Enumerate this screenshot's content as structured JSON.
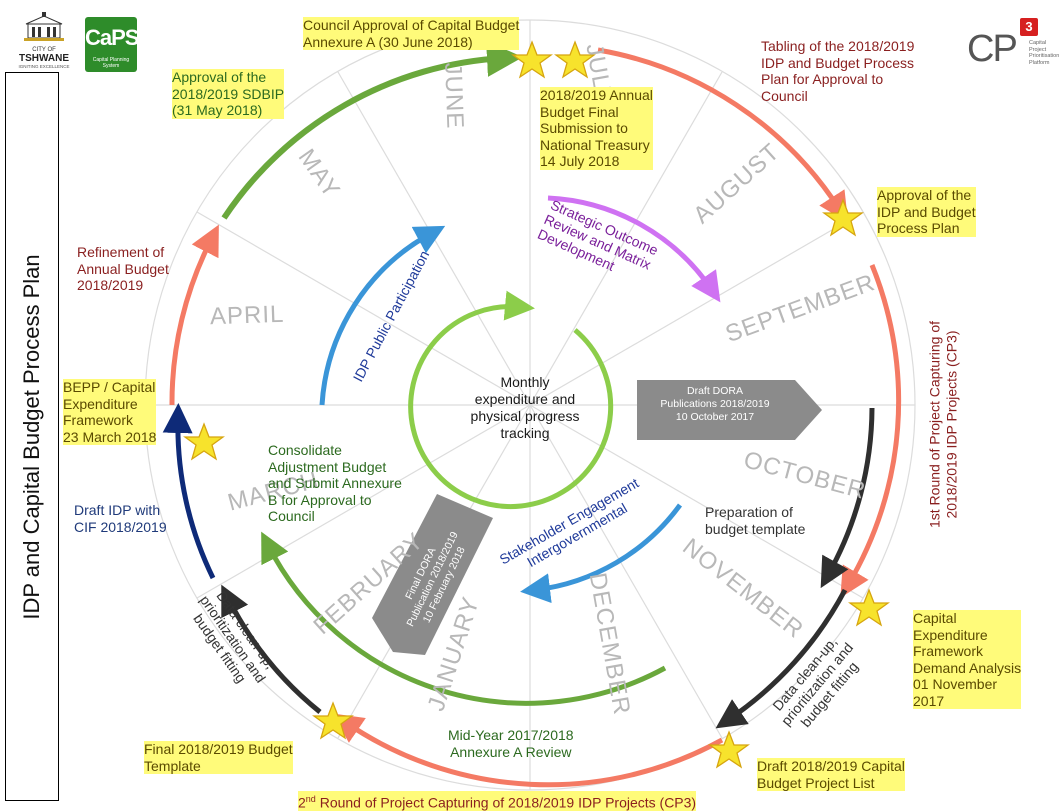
{
  "title": "IDP and Capital Budget Process Plan",
  "logos": {
    "tshwane": {
      "line1": "CITY OF",
      "line2": "TSHWANE",
      "line3": "IGNITING EXCELLENCE"
    },
    "caps": {
      "mark": "CaPS",
      "sub": "Capital Planning System"
    },
    "cp3": {
      "mark": "CP",
      "sup": "3",
      "sub": "Capital\nProject\nPrioritisation\nPlatform"
    }
  },
  "months": {
    "june": "JUNE",
    "july": "JULY",
    "august": "AUGUST",
    "september": "SEPTEMBER",
    "october": "OCTOBER",
    "november": "NOVEMBER",
    "december": "DECEMBER",
    "january": "JANUARY",
    "february": "FEBRUARY",
    "march": "MARCH",
    "april": "APRIL",
    "may": "MAY"
  },
  "center": "Monthly\nexpenditure and\nphysical progress\ntracking",
  "inner_arcs": {
    "idp_public": "IDP Public Participation",
    "strategic": "Strategic Outcome\nReview and Matrix\nDevelopment",
    "stakeholder": "Stakeholder Engagement\nIntergovernmental"
  },
  "banners": {
    "dora_oct": "Draft DORA\nPublications 2018/2019\n10 October 2017",
    "dora_feb": "Final DORA\nPublication 2018/2019\n10 February 2018"
  },
  "labels": {
    "council_approval": "Council Approval of Capital Budget\nAnnexure A (30 June 2018)",
    "sdbip": "Approval of the\n2018/2019 SDBIP\n(31 May 2018)",
    "annual_final": "2018/2019 Annual\nBudget Final\nSubmission to\nNational Treasury\n14 July 2018",
    "tabling": "Tabling of the 2018/2019\nIDP and Budget Process\nPlan for Approval to\nCouncil",
    "approval_idp": "Approval of the\nIDP and Budget\nProcess Plan",
    "refinement": "Refinement of\nAnnual Budget\n2018/2019",
    "bepp": "BEPP / Capital\nExpenditure\nFramework\n23 March 2018",
    "consolidate": "Consolidate\nAdjustment Budget\nand Submit Annexure\nB for Approval to\nCouncil",
    "draft_idp": "Draft IDP with\nCIF 2018/2019",
    "preparation": "Preparation of\nbudget template",
    "capex_demand": "Capital\nExpenditure\nFramework\nDemand Analysis\n01 November\n2017",
    "midyear": "Mid-Year 2017/2018\nAnnexure A Review",
    "final_template": "Final 2018/2019 Budget\nTemplate",
    "draft_capital": "Draft 2018/2019 Capital\nBudget Project List",
    "round1": "1st Round of Project Capturing of\n2018/2019 IDP Projects (CP3)",
    "round2_pre": "2",
    "round2_sup": "nd",
    "round2_post": " Round of Project Capturing of 2018/2019 IDP Projects (CP3)",
    "cleanup_left": "Data clean-up,\nprioritization and\nbudget fitting",
    "cleanup_right": "Data clean-up,\nprioritization and\nbudget fitting"
  },
  "colors": {
    "salmon": "#f47a64",
    "green": "#6aa83c",
    "darkgreen": "#4e8f2a",
    "navy": "#0e2a78",
    "black": "#2f2f2f",
    "blue": "#3a95d8",
    "purple": "#cf72f2",
    "lightgreen": "#8ccd4a",
    "gray": "#8b8b8b",
    "star": "#f7e32c"
  }
}
